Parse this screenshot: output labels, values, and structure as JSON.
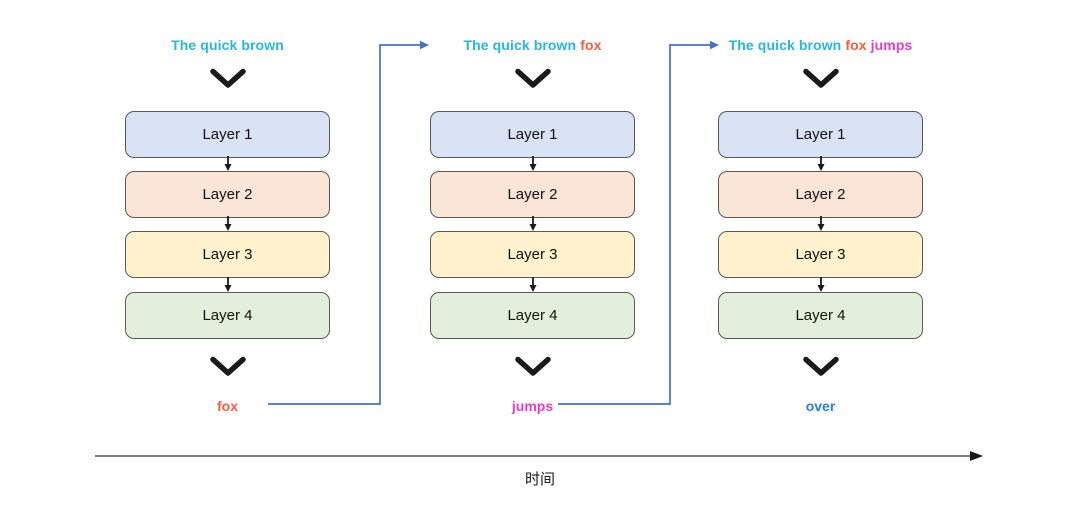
{
  "diagram_title": "autoregressive-decoding-over-time",
  "columns": [
    {
      "input": [
        {
          "text": "The quick brown",
          "color": "#29b6d8"
        }
      ],
      "layers": [
        "Layer 1",
        "Layer 2",
        "Layer 3",
        "Layer 4"
      ],
      "output": {
        "text": "fox",
        "color": "#f95d3c"
      }
    },
    {
      "input": [
        {
          "text": "The quick brown",
          "color": "#29b6d8"
        },
        {
          "text": "fox",
          "color": "#f95d3c"
        }
      ],
      "layers": [
        "Layer 1",
        "Layer 2",
        "Layer 3",
        "Layer 4"
      ],
      "output": {
        "text": "jumps",
        "color": "#e33fc7"
      }
    },
    {
      "input": [
        {
          "text": "The quick brown",
          "color": "#29b6d8"
        },
        {
          "text": "fox",
          "color": "#f95d3c"
        },
        {
          "text": "jumps",
          "color": "#e33fc7"
        }
      ],
      "layers": [
        "Layer 1",
        "Layer 2",
        "Layer 3",
        "Layer 4"
      ],
      "output": {
        "text": "over",
        "color": "#2d7de1"
      }
    }
  ],
  "axis": {
    "label": "时间"
  },
  "icons": {
    "chevron-down-icon": "v-shaped black chevron",
    "arrow-down-icon": "small black down arrow between layers",
    "feedback-arrow": "blue right-angle arrow feeding output to next input",
    "time-axis-arrow": "gray horizontal axis with right arrowhead"
  },
  "colors": {
    "input_prefix": "#29b6d8",
    "token_fox": "#f95d3c",
    "token_jumps": "#e33fc7",
    "token_over": "#2d7de1",
    "layer1_fill": "#dae3f3",
    "layer2_fill": "#fbe5d6",
    "layer3_fill": "#fff2cc",
    "layer4_fill": "#e2efda",
    "box_border": "#595959",
    "connector_blue": "#4472c4",
    "axis_line": "#7f7f7f",
    "arrow_black": "#1a1a1a"
  }
}
